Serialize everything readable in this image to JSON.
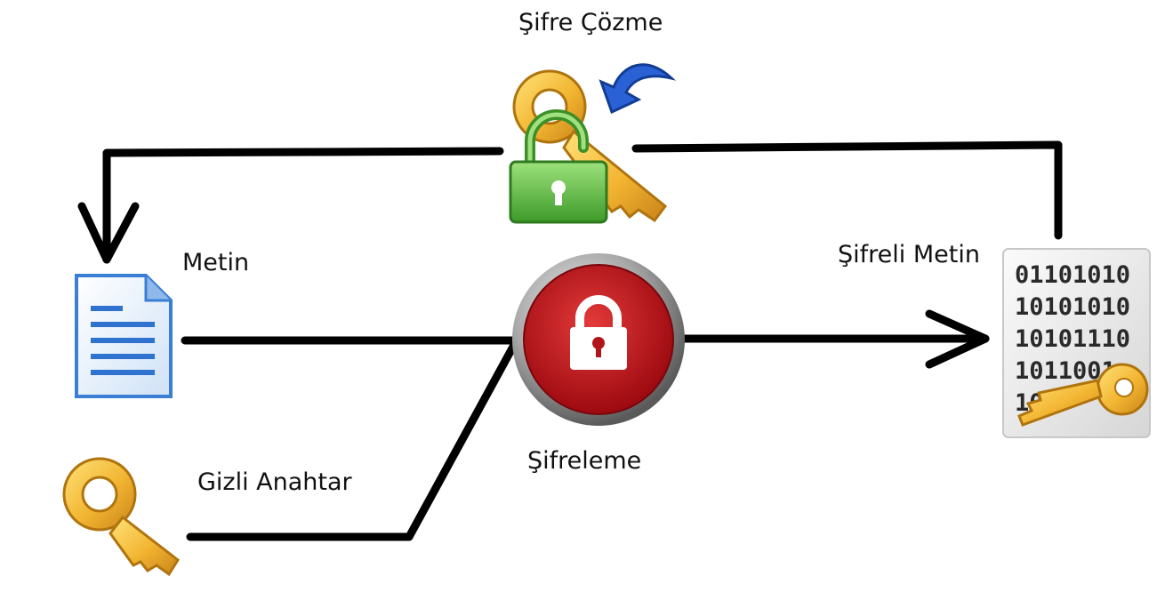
{
  "labels": {
    "decrypt": "Şifre Çözme",
    "plaintext": "Metin",
    "ciphertext": "Şifreli Metin",
    "encrypt": "Şifreleme",
    "secret_key": "Gizli Anahtar"
  },
  "binary_lines": [
    "01101010",
    "10101010",
    "10101110",
    "1011001",
    "100"
  ],
  "icons": {
    "decrypt": "key-and-open-padlock-icon",
    "plaintext": "document-icon",
    "encrypt": "red-padlock-button-icon",
    "ciphertext": "binary-file-with-key-icon",
    "secret_key": "gold-key-icon"
  },
  "colors": {
    "lines": "#000000",
    "encrypt_red": "#c8141c",
    "key_gold": "#f0b030",
    "padlock_green": "#5fbf3f",
    "arrow_blue": "#2255cc",
    "document_blue": "#3a7fd5"
  }
}
